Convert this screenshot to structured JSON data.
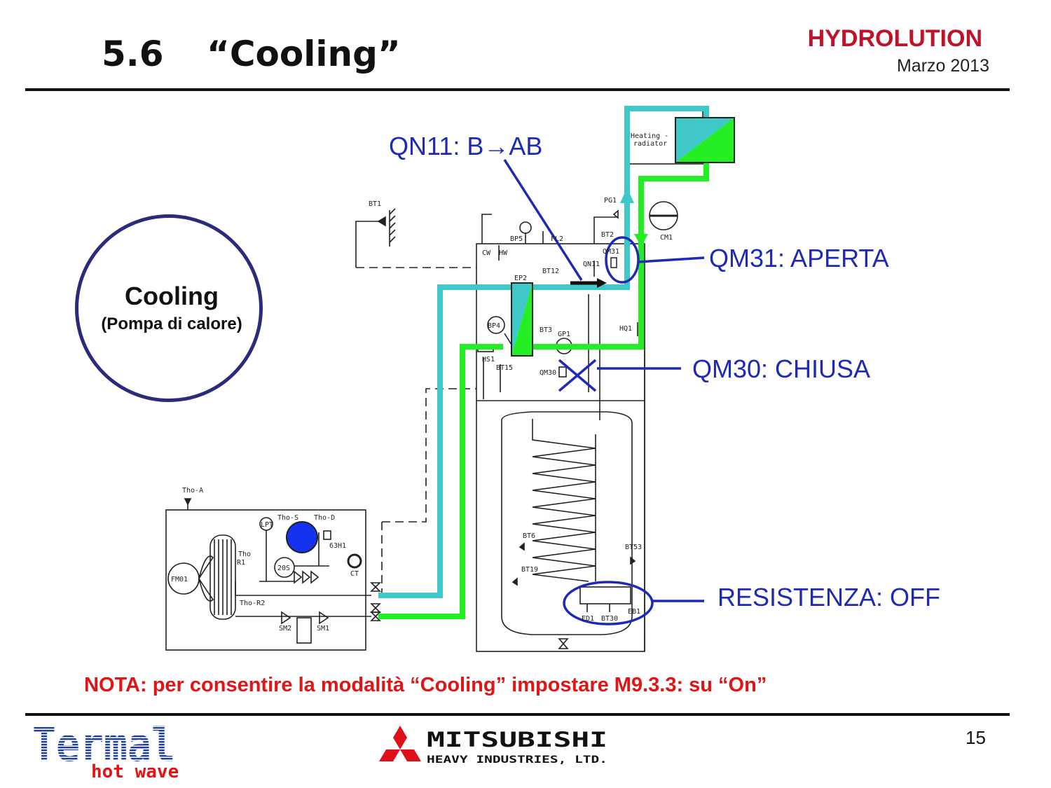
{
  "header": {
    "section_number": "5.6",
    "section_title": "“Cooling”",
    "brand": "HYDROLUTION",
    "date": "Marzo 2013"
  },
  "mode": {
    "title": "Cooling",
    "subtitle": "(Pompa di calore)"
  },
  "callouts": {
    "qn11": "QN11: B→AB",
    "qm31": "QM31: APERTA",
    "qm30": "QM30: CHIUSA",
    "resistenza": "RESISTENZA: OFF"
  },
  "diagram_labels": {
    "bt1": "BT1",
    "heating_radiator": "Heating -",
    "heating_radiator2": "radiator",
    "pg1": "PG1",
    "cm1": "CM1",
    "bt2": "BT2",
    "qm31": "QM31",
    "bp5": "BP5",
    "fl2": "FL2",
    "cw": "CW",
    "hw": "HW",
    "ep2": "EP2",
    "bt12": "BT12",
    "qn11": "QN11",
    "bp4": "BP4",
    "bt3": "BT3",
    "gp1": "GP1",
    "hq1": "HQ1",
    "hs1": "HS1",
    "bt15": "BT15",
    "qm30": "QM30",
    "tho_a": "Tho-A",
    "lpt": "LPT",
    "tho_s": "Tho-S",
    "tho_d": "Tho-D",
    "h63": "63H1",
    "tho_r1a": "Tho",
    "tho_r1b": "R1",
    "s20": "20S",
    "ct": "CT",
    "fm01": "FM01",
    "tho_r2": "Tho-R2",
    "sm2": "SM2",
    "sm1": "SM1",
    "bt6": "BT6",
    "bt19": "BT19",
    "bt53": "BT53",
    "eb1": "EB1",
    "ed1": "ED1",
    "bt30": "BT30"
  },
  "note": "NOTA: per consentire la modalità “Cooling” impostare M9.3.3: su “On”",
  "footer": {
    "page_number": "15",
    "logo_termal": "Termal",
    "logo_termal_sub": "hot wave",
    "logo_mhi_1": "MITSUBISHI",
    "logo_mhi_2": "HEAVY INDUSTRIES, LTD."
  },
  "colors": {
    "cyan_line": "#3ec8c8",
    "green_line": "#22ee22",
    "callout_blue": "#1e2ab5",
    "note_red": "#e01515",
    "brand_red": "#c0122a",
    "circle_navy": "#2a2c7a"
  }
}
